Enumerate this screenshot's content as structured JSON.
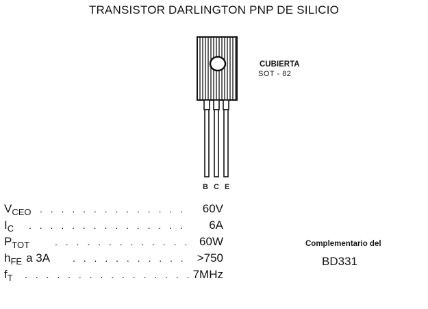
{
  "title": "TRANSISTOR DARLINGTON PNP DE SILICIO",
  "package": {
    "label": "CUBIERTA",
    "type": "SOT - 82",
    "pins": [
      "B",
      "C",
      "E"
    ]
  },
  "specs": [
    {
      "symbol": "V",
      "sub": "CEO",
      "extra": "",
      "value": "60V"
    },
    {
      "symbol": "I",
      "sub": "C",
      "extra": "",
      "value": "6A"
    },
    {
      "symbol": "P",
      "sub": "TOT",
      "extra": "",
      "value": "60W"
    },
    {
      "symbol": "h",
      "sub": "FE",
      "extra": "a 3A",
      "value": ">750"
    },
    {
      "symbol": "f",
      "sub": "T",
      "extra": "",
      "value": "7MHz"
    }
  ],
  "complement": {
    "label": "Complementario del",
    "value": "BD331"
  }
}
